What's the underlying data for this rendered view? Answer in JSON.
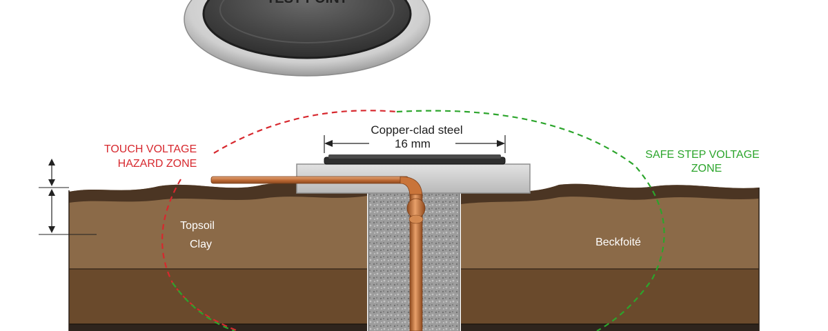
{
  "diagram": {
    "cover_text": "TEST POINT",
    "conductor": {
      "material": "Copper-clad steel",
      "diameter": "16 mm"
    },
    "zones": {
      "touch_line1": "TOUCH VOLTAGE",
      "touch_line2": "HAZARD ZONE",
      "safe_line1": "SAFE STEP VOLTAGE",
      "safe_line2": "ZONE"
    },
    "layers": {
      "topsoil": "Topsoil",
      "clay": "Clay",
      "backfill": "Beckfoité"
    }
  },
  "colors": {
    "touch_zone": "#d7282e",
    "safe_zone": "#2ca52c",
    "copper": "#c9743a",
    "topsoil": "#8b6a48",
    "clay": "#6a4a2c"
  }
}
